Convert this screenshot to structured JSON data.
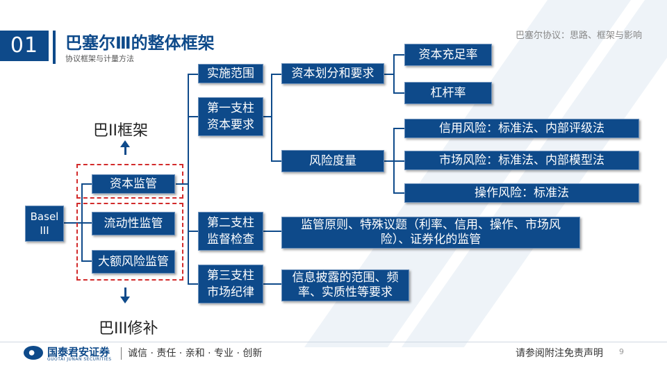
{
  "header": {
    "section_number": "01",
    "title": "巴塞尔Ⅲ的整体框架",
    "subtitle": "协议框架与计量方法",
    "right_caption": "巴塞尔协议：思路、框架与影响"
  },
  "diagram": {
    "root": {
      "line1": "Basel",
      "line2": "III"
    },
    "regimes": {
      "capital": "资本监管",
      "liquidity": "流动性监管",
      "large_exposure": "大额风险监管"
    },
    "upper_caption": "巴II框架",
    "lower_caption": "巴III修补",
    "scope": "实施范围",
    "pillar1": {
      "line1": "第一支柱",
      "line2": "资本要求"
    },
    "pillar2": {
      "line1": "第二支柱",
      "line2": "监督检查"
    },
    "pillar3": {
      "line1": "第三支柱",
      "line2": "市场纪律"
    },
    "capital_def": "资本划分和要求",
    "risk_measure": "风险度量",
    "car": "资本充足率",
    "leverage": "杠杆率",
    "credit_risk": "信用风险：标准法、内部评级法",
    "market_risk": "市场风险：标准法、内部模型法",
    "op_risk": "操作风险：标准法",
    "pillar2_detail": {
      "line1": "监管原则、特殊议题（利率、信用、操作、市场风",
      "line2": "险）、证券化的监管"
    },
    "pillar3_detail": {
      "line1": "信息披露的范围、频",
      "line2": "率、实质性等要求"
    }
  },
  "footer": {
    "logo_name": "国泰君安证券",
    "logo_en": "GUOTAI JUNAN SECURITIES",
    "slogan": "诚信 · 责任 · 亲和 · 专业 · 创新",
    "disclaimer": "请参阅附注免责声明",
    "page_number": "9"
  },
  "colors": {
    "box_fill": "#0e4a8a",
    "dashed_frame": "#d22b2b",
    "text_on_box": "#ffffff"
  }
}
